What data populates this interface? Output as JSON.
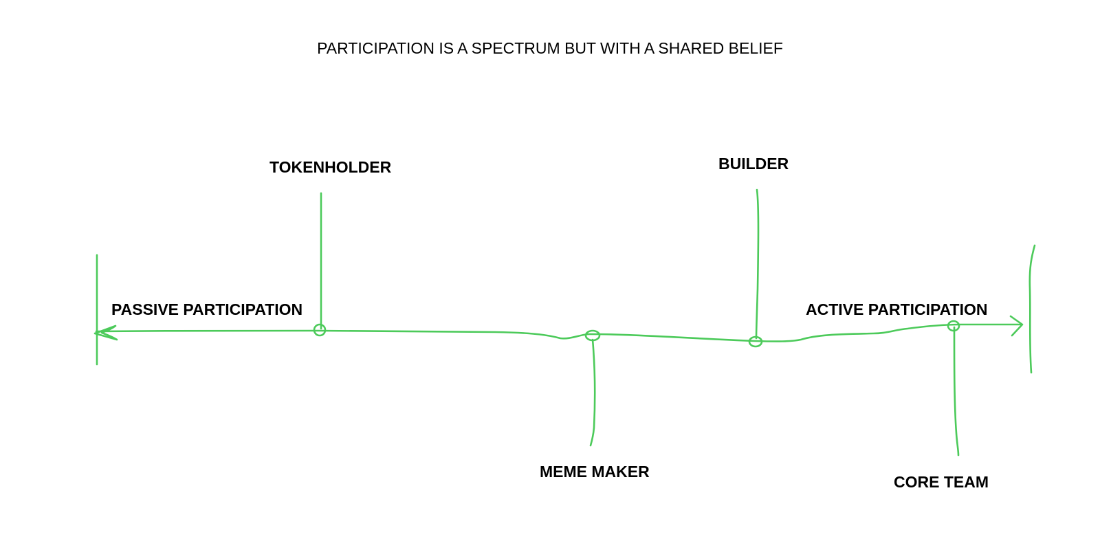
{
  "title": "PARTICIPATION IS A SPECTRUM BUT WITH A SHARED BELIEF",
  "stroke_color": "#4cca5a",
  "text_color": "#000000",
  "background_color": "#ffffff",
  "spectrum": {
    "left_end": "PASSIVE PARTICIPATION",
    "right_end": "ACTIVE PARTICIPATION"
  },
  "roles": {
    "tokenholder": "TOKENHOLDER",
    "meme_maker": "MEME MAKER",
    "builder": "BUILDER",
    "core_team": "CORE TEAM"
  }
}
